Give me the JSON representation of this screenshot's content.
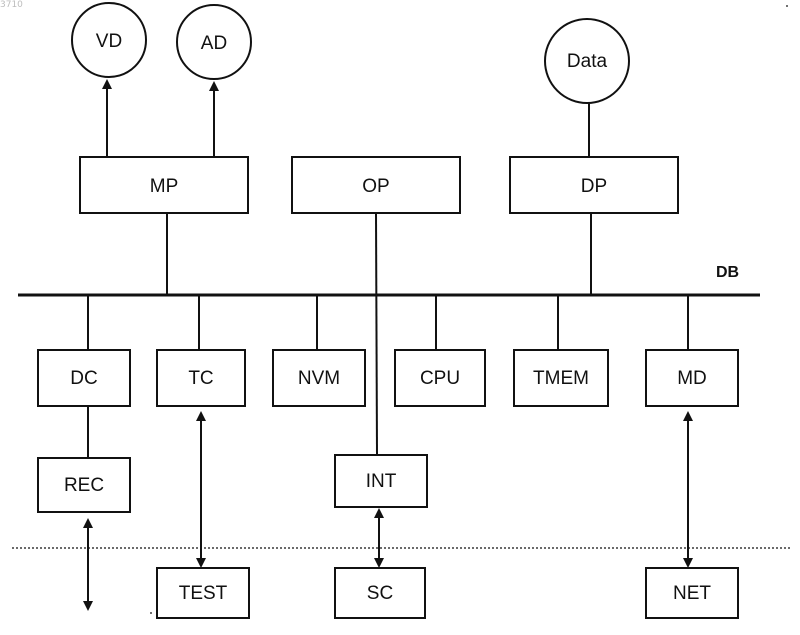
{
  "corner_mark": "3710",
  "nodes": {
    "vd": "VD",
    "ad": "AD",
    "data": "Data",
    "mp": "MP",
    "op": "OP",
    "dp": "DP",
    "dc": "DC",
    "tc": "TC",
    "nvm": "NVM",
    "cpu": "CPU",
    "tmem": "TMEM",
    "md": "MD",
    "rec": "REC",
    "int": "INT",
    "test": "TEST",
    "sc": "SC",
    "net": "NET"
  },
  "bus_label": "DB"
}
